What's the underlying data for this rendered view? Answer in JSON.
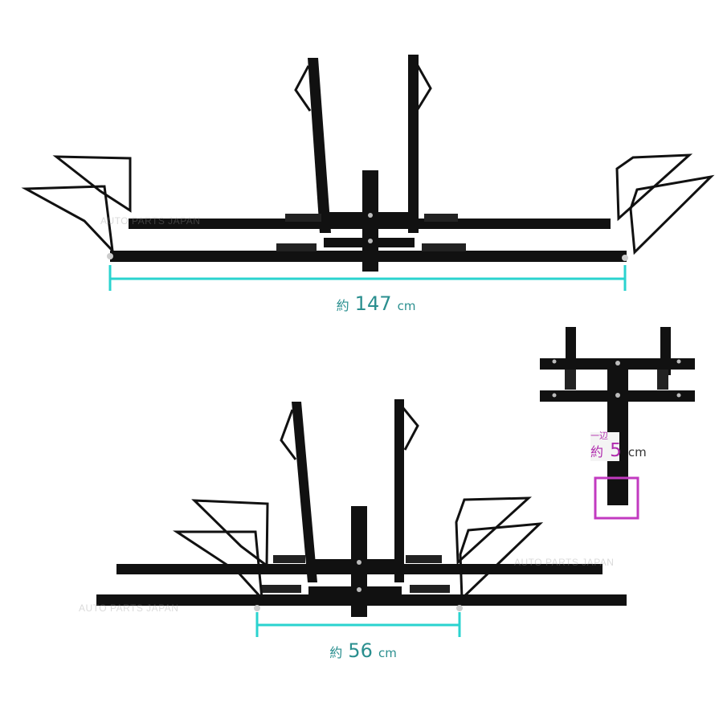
{
  "colors": {
    "dimension_line": "#2ad3cf",
    "dimension_text": "#2a8f8f",
    "highlight_box": "#c23ac0",
    "rack_metal": "#111111"
  },
  "dimensions": {
    "width": {
      "prefix": "約",
      "value": "147",
      "unit": "cm"
    },
    "spacing": {
      "prefix": "約",
      "value": "56",
      "unit": "cm"
    },
    "tube": {
      "edge_label": "一辺",
      "prefix": "約",
      "value": "5",
      "unit": "cm"
    }
  },
  "watermarks": [
    "AUTO PARTS JAPAN",
    "AUTO PARTS JAPAN",
    "AUTO PARTS JAPAN"
  ]
}
